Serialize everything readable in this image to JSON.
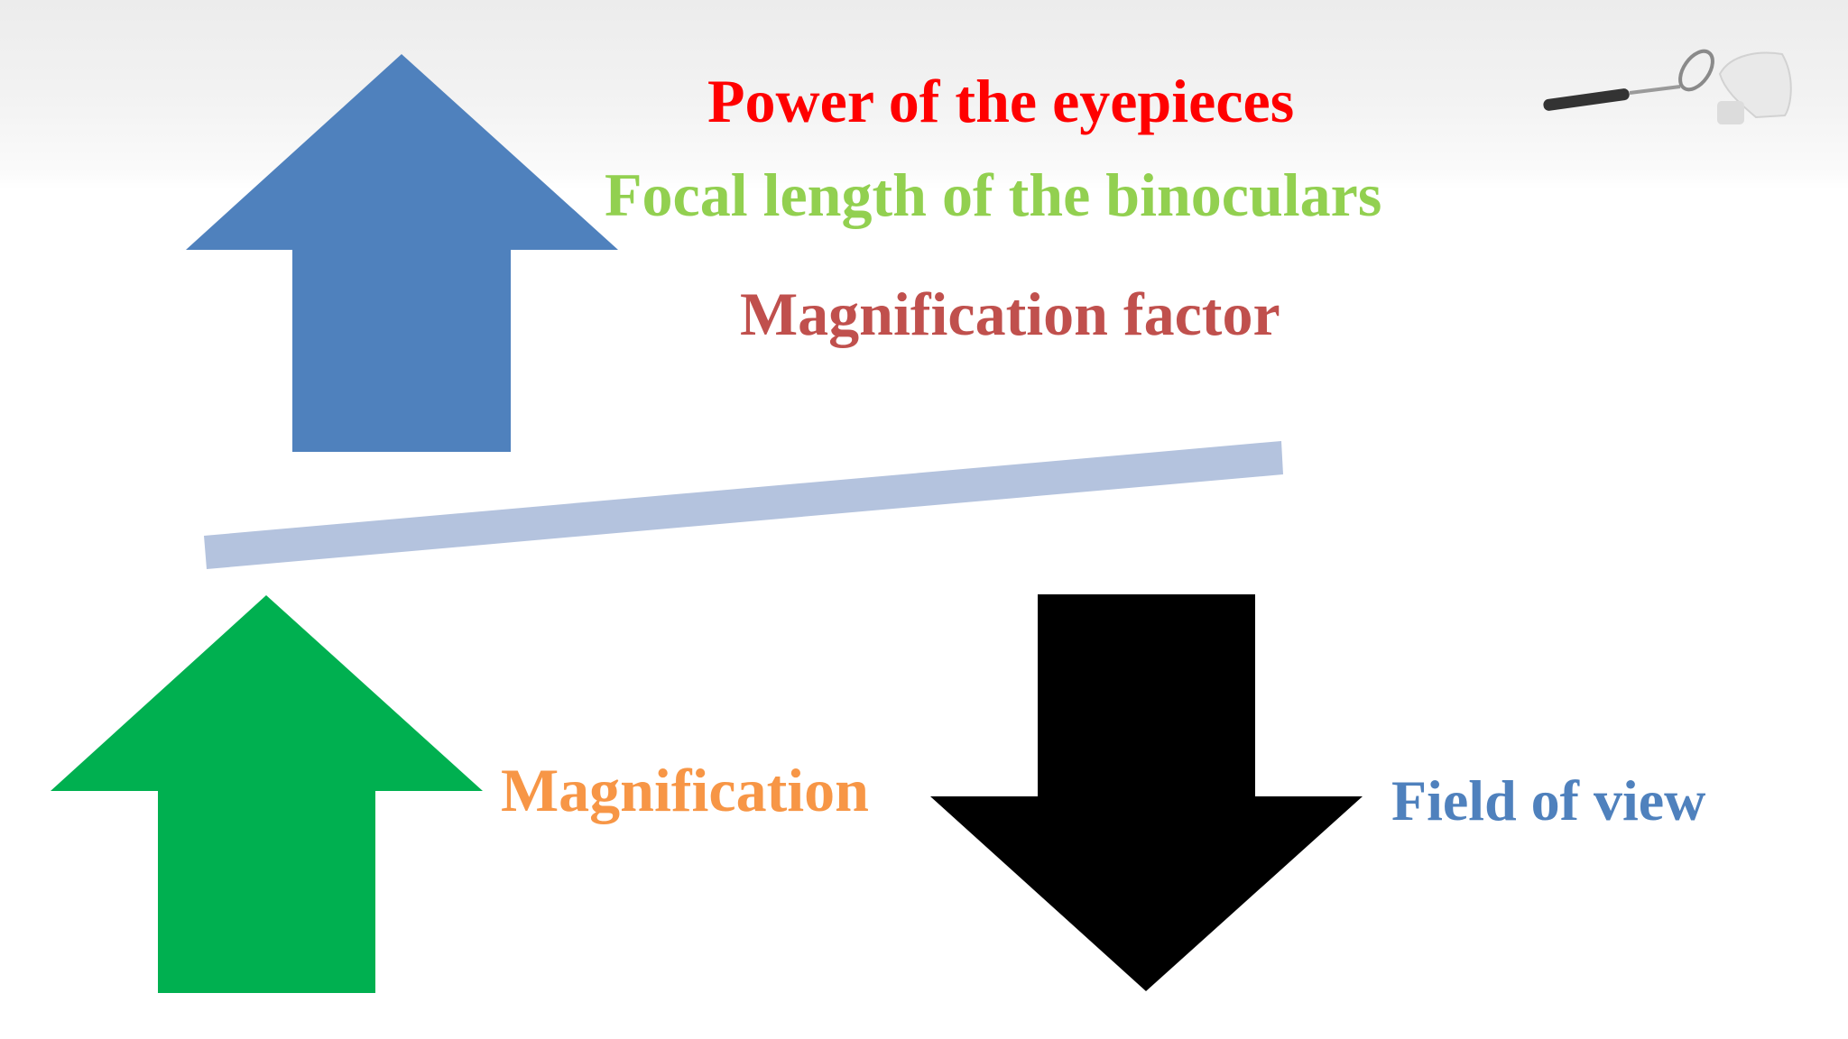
{
  "labels": {
    "power": "Power of the eyepieces",
    "focal_length": "Focal length of the binoculars",
    "magnification_factor": "Magnification factor",
    "magnification": "Magnification",
    "field_of_view": "Field of view"
  },
  "colors": {
    "power": "#ff0000",
    "focal_length": "#92d050",
    "magnification_factor": "#c0504d",
    "magnification": "#f79646",
    "field_of_view": "#4f81bd",
    "arrow_blue": "#4f81bd",
    "arrow_green": "#00b050",
    "arrow_black": "#000000",
    "balance_bar": "#b4c3de"
  },
  "icons": {
    "header": "magnifying-glass-icon"
  }
}
